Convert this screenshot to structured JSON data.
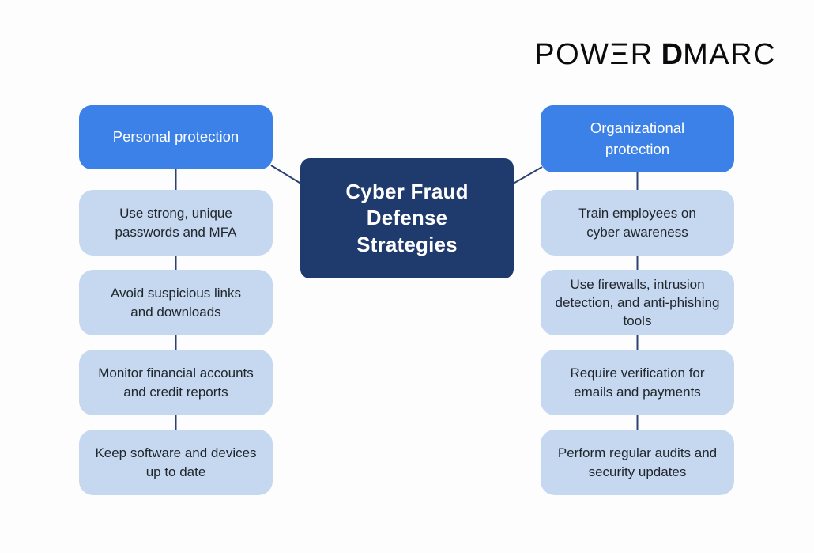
{
  "logo": {
    "part_power_pow": "POW",
    "part_power_xi": "Ξ",
    "part_power_r": "R",
    "part_dmarc_d": "D",
    "part_dmarc_rest": "MARC"
  },
  "center": {
    "title_lines": [
      "Cyber Fraud",
      "Defense",
      "Strategies"
    ]
  },
  "branches": [
    {
      "label_lines": [
        "Personal protection"
      ],
      "items": [
        {
          "lines": [
            "Use strong, unique",
            "passwords and MFA"
          ]
        },
        {
          "lines": [
            "Avoid suspicious links",
            "and downloads"
          ]
        },
        {
          "lines": [
            "Monitor financial accounts",
            "and credit reports"
          ]
        },
        {
          "lines": [
            "Keep software and devices",
            "up to date"
          ]
        }
      ]
    },
    {
      "label_lines": [
        "Organizational",
        "protection"
      ],
      "items": [
        {
          "lines": [
            "Train employees on",
            "cyber awareness"
          ]
        },
        {
          "lines": [
            "Use firewalls, intrusion",
            "detection, and anti-phishing",
            "tools"
          ]
        },
        {
          "lines": [
            "Require verification for",
            "emails and payments"
          ]
        },
        {
          "lines": [
            "Perform regular audits and",
            "security updates"
          ]
        }
      ]
    }
  ],
  "colors": {
    "accent_blue": "#3b81e8",
    "navy": "#1f3a6d",
    "light_blue": "#c5d8f0",
    "connector": "#2b4273",
    "background": "#fdfdfd"
  }
}
